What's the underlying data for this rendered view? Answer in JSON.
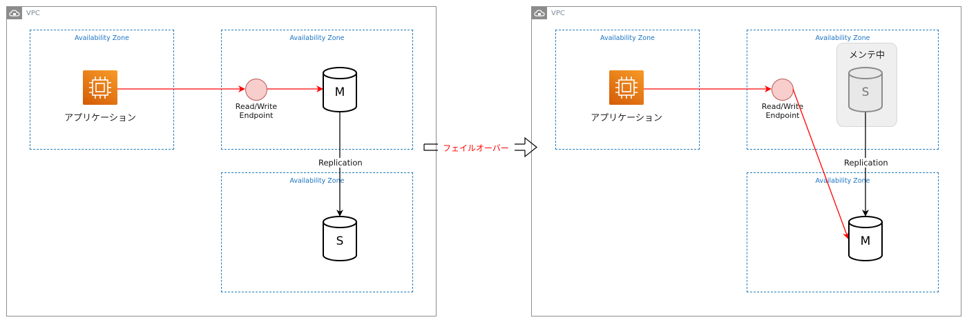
{
  "vpc_label": "VPC",
  "az_label": "Availability Zone",
  "app_label": "アプリケーション",
  "endpoint_label": "Read/Write\nEndpoint",
  "replication_label": "Replication",
  "failover_label": "フェイルオーバー",
  "maintenance_label": "メンテ中",
  "db_primary": "M",
  "db_standby": "S",
  "colors": {
    "vpc_border": "#8c8c8c",
    "az_border": "#1f7ab8",
    "az_text": "#1a73c2",
    "red_arrow": "#ff0000",
    "endpoint_fill": "#f8cecc",
    "ec2_orange": "#e8731b",
    "maintenance_fill": "#efefef"
  },
  "icons": {
    "vpc": "vpc-cloud-lock-icon",
    "ec2": "ec2-instance-icon",
    "db": "database-cylinder-icon",
    "arrow": "hollow-right-arrow-icon"
  }
}
